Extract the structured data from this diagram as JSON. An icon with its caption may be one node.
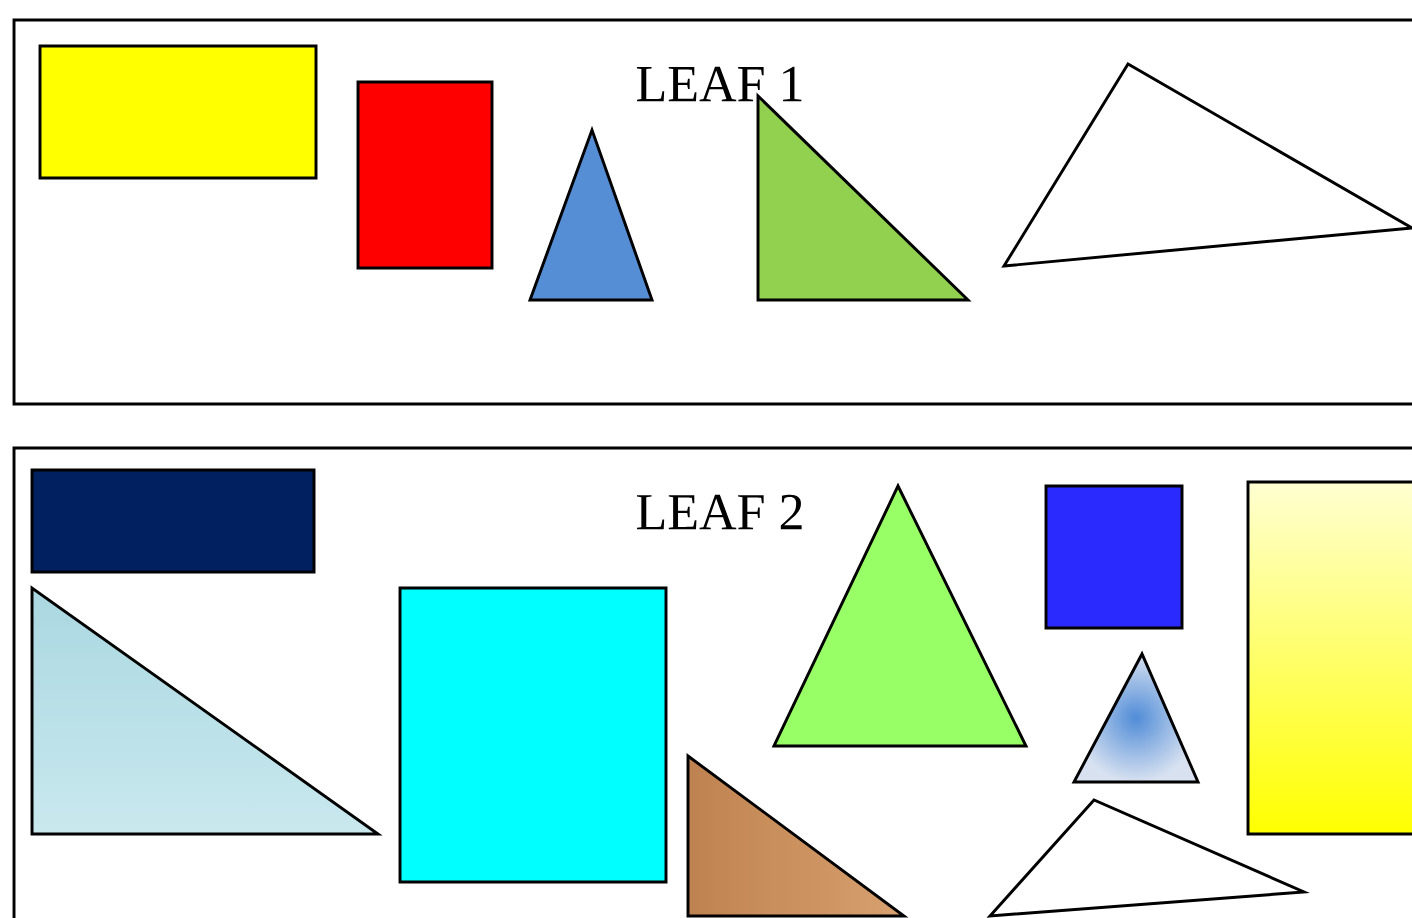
{
  "diagram": {
    "nodes": [
      {
        "text": [
          "LEAF 1"
        ]
      },
      {
        "text": [],
        "shape": "box",
        "in": 0
      },
      {
        "text": [],
        "shape": "box",
        "in": 0
      },
      {
        "text": [],
        "shape": "triangle",
        "in": 0
      },
      {
        "text": [],
        "shape": "triangle",
        "in": 0
      },
      {
        "text": [],
        "shape": "triangle",
        "in": 0
      },
      {
        "text": [
          "LEAF 2"
        ]
      },
      {
        "text": [],
        "shape": "box",
        "in": 6
      },
      {
        "text": [],
        "shape": "triangle",
        "in": 6
      },
      {
        "text": [],
        "shape": "box",
        "in": 6
      },
      {
        "text": [],
        "shape": "triangle",
        "in": 6
      },
      {
        "text": [],
        "shape": "triangle",
        "in": 6
      },
      {
        "text": [],
        "shape": "box",
        "in": 6
      },
      {
        "text": [],
        "shape": "triangle",
        "in": 6
      },
      {
        "text": [],
        "shape": "triangle",
        "in": 6
      },
      {
        "text": [],
        "shape": "box",
        "in": 6
      }
    ]
  }
}
